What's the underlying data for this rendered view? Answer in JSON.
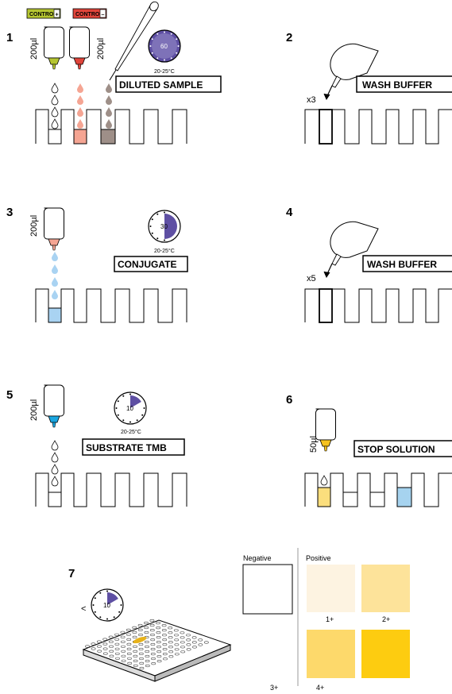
{
  "colors": {
    "control_plus": "#b5c531",
    "control_minus": "#e0443a",
    "sample": "#9e8f88",
    "drop_pink": "#f5a593",
    "conjugate_bottle": "#f5a593",
    "conjugate_drop": "#a9d3f2",
    "tmb_bottle": "#1aa6e0",
    "stop_bottle": "#f5c21f",
    "timer_fill": "#5e4fa3",
    "neg_box": "#ffffff",
    "pos1": "#fdf3e1",
    "pos2": "#fde39a",
    "pos3": "#fdd96b",
    "pos4": "#fdcc10",
    "well_yellow": "#fbde7d",
    "well_blue": "#a6d3ef"
  },
  "step1": {
    "number": "1",
    "control_plus_label": "CONTROL",
    "control_plus_sign": "+",
    "control_minus_label": "CONTROL",
    "control_minus_sign": "–",
    "volume_1": "200µl",
    "volume_2": "200µl",
    "timer_minutes": "60",
    "temperature": "20-25°C",
    "label": "DILUTED SAMPLE"
  },
  "step2": {
    "number": "2",
    "repeat": "x3",
    "label": "WASH BUFFER"
  },
  "step3": {
    "number": "3",
    "volume": "200µl",
    "timer_minutes": "30",
    "temperature": "20-25°C",
    "label": "CONJUGATE"
  },
  "step4": {
    "number": "4",
    "repeat": "x5",
    "label": "WASH BUFFER"
  },
  "step5": {
    "number": "5",
    "volume": "200µl",
    "timer_minutes": "10",
    "temperature": "20-25°C",
    "label": "SUBSTRATE TMB"
  },
  "step6": {
    "number": "6",
    "volume": "50µl",
    "label": "STOP SOLUTION"
  },
  "step7": {
    "number": "7",
    "less_than": "<",
    "timer_minutes": "10",
    "negative_label": "Negative",
    "positive_label": "Positive",
    "grade_1": "1+",
    "grade_2": "2+",
    "grade_3": "3+",
    "grade_4": "4+"
  }
}
